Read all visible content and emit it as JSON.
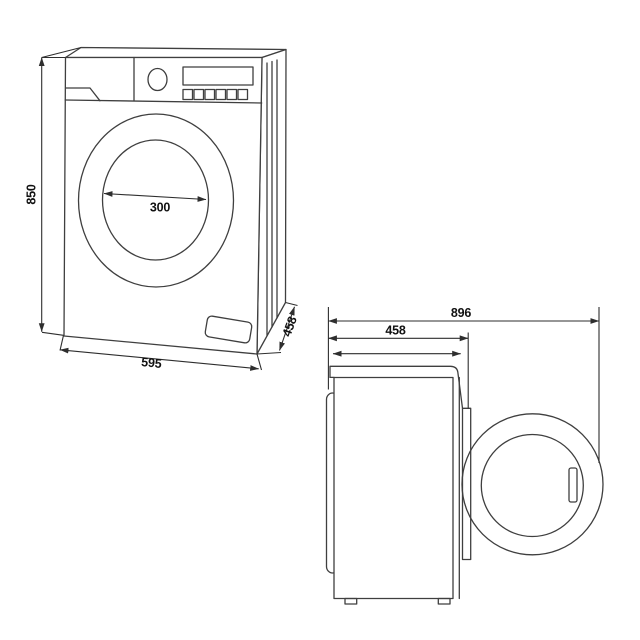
{
  "front_view": {
    "height_mm": "850",
    "width_mm": "595",
    "depth_mm": "458",
    "drum_diameter_mm": "300"
  },
  "top_view": {
    "depth_with_door_open_mm": "896",
    "depth_mm": "458"
  },
  "colors": {
    "line": "#3f3f3f",
    "dimension_line": "#2e2e2e",
    "label": "#111111",
    "background": "#ffffff"
  }
}
